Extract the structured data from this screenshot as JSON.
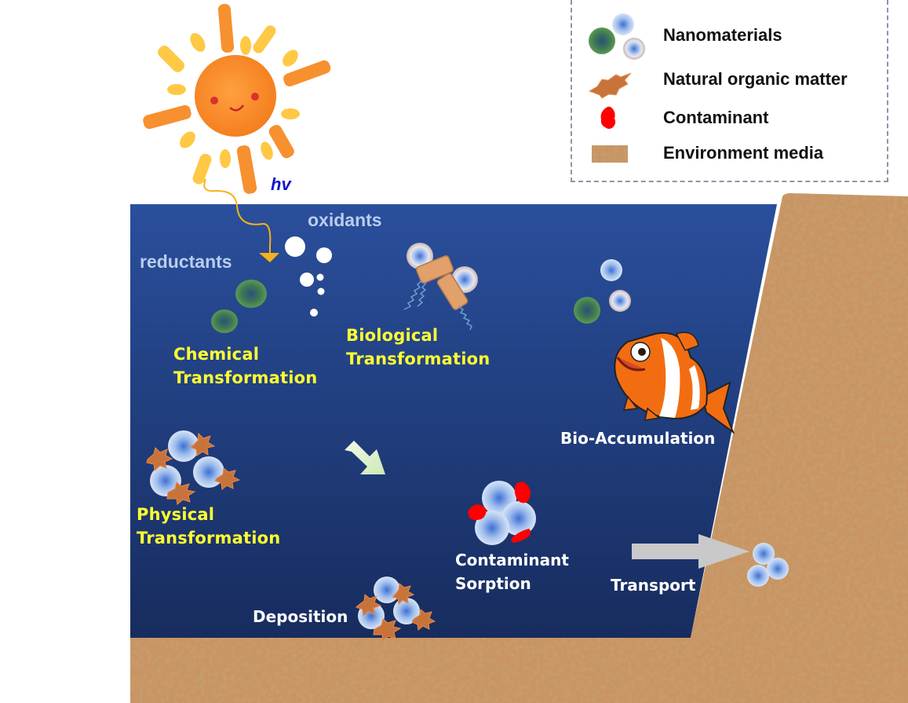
{
  "figure": {
    "sun_label": "hv",
    "oxidants_label": "oxidants",
    "reductants_label": "reductants"
  },
  "processes": {
    "chemical": [
      "Chemical",
      "Transformation"
    ],
    "biological": [
      "Biological",
      "Transformation"
    ],
    "physical": [
      "Physical",
      "Transformation"
    ],
    "bio_accumulation": "Bio-Accumulation",
    "contaminant_sorption": [
      "Contaminant",
      "Sorption"
    ],
    "deposition": "Deposition",
    "transport": "Transport"
  },
  "legend": {
    "items": [
      {
        "icon": "nanomaterials-icon",
        "label": "Nanomaterials"
      },
      {
        "icon": "natural-organic-matter-icon",
        "label": "Natural organic matter"
      },
      {
        "icon": "contaminant-icon",
        "label": "Contaminant"
      },
      {
        "icon": "environment-media-icon",
        "label": "Environment media"
      }
    ]
  },
  "colors": {
    "water_top": "#2a4f9c",
    "water_bottom": "#172c5e",
    "sand": "#c8935e",
    "nom": "#c8733a",
    "contaminant": "#ff0000",
    "nano_blue": "#5f8fe0",
    "nano_green": "#4a8a4a",
    "label_yellow": "#ffff33",
    "label_light": "#b9cdee",
    "hv": "#1414c8"
  }
}
